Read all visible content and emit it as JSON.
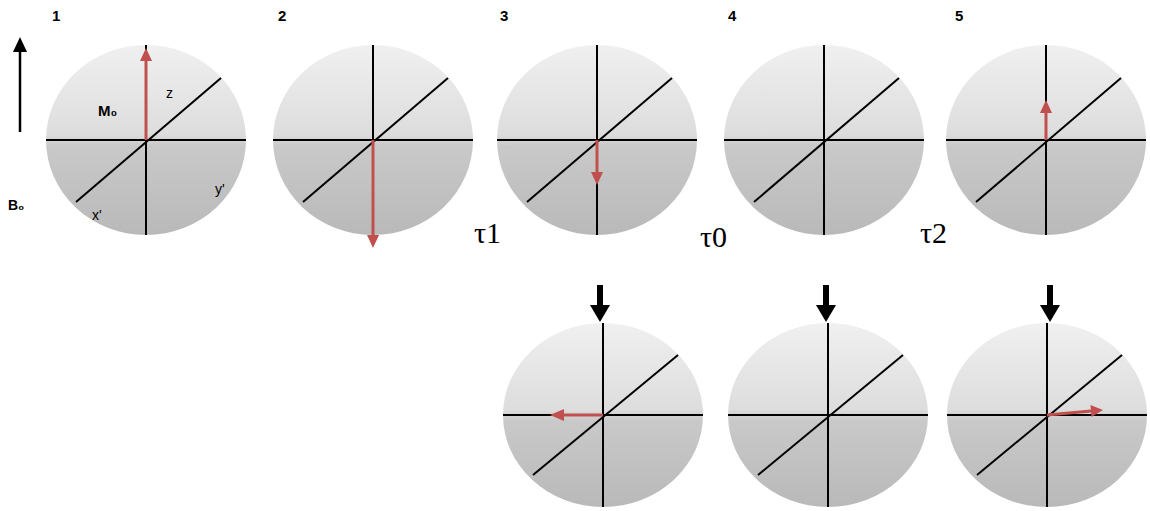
{
  "diagram": {
    "nodes": [
      {
        "text": [
          "1",
          "z",
          "M₀",
          "y'",
          "x'"
        ]
      },
      {
        "text": [
          "2"
        ]
      },
      {
        "text": [
          "3"
        ]
      },
      {
        "text": [
          "4"
        ]
      },
      {
        "text": [
          "5"
        ]
      }
    ],
    "labels": [
      "B₀",
      "τ1",
      "τ0",
      "τ2"
    ]
  }
}
